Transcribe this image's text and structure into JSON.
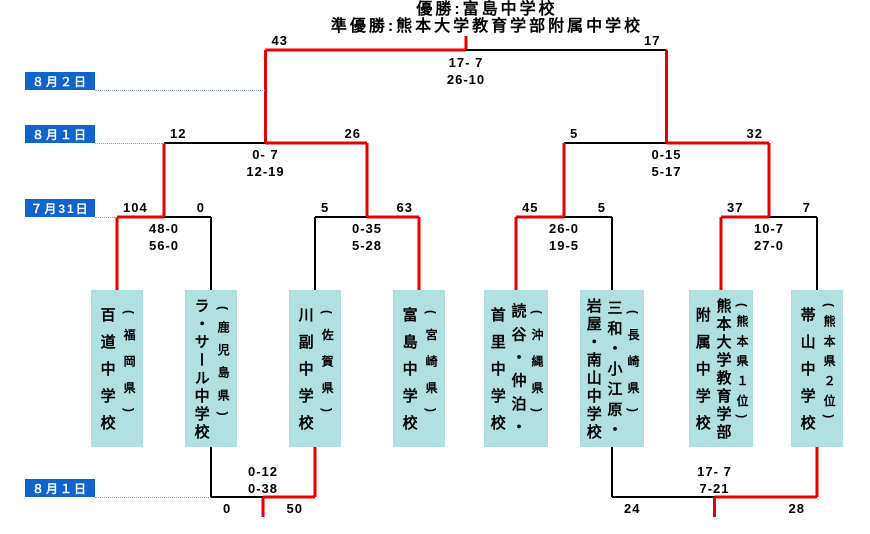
{
  "title": {
    "champion": "優勝:富島中学校",
    "runner_up": "準優勝:熊本大学教育学部附属中学校"
  },
  "colors": {
    "win_path": "#e60000",
    "line": "#000000",
    "team_box": "#b0e0e0",
    "date_bg": "#1164cc",
    "date_text": "#ffffff",
    "dotted_line": "#7f9fd0"
  },
  "dates": [
    {
      "label": "８月２日",
      "round": "final"
    },
    {
      "label": "８月１日",
      "round": "semifinal"
    },
    {
      "label": "７月31日",
      "round": "quarterfinal"
    },
    {
      "label": "８月１日",
      "round": "consolation"
    }
  ],
  "teams": [
    {
      "name": "百道中学校",
      "prefecture": "福岡県",
      "columns": [
        "百道中学校",
        "(福岡県)"
      ]
    },
    {
      "name": "ラ・サール中学校",
      "prefecture": "鹿児島県",
      "columns": [
        "ラ・サール中学校",
        "(鹿児島県)"
      ]
    },
    {
      "name": "川副中学校",
      "prefecture": "佐賀県",
      "columns": [
        "川副中学校",
        "(佐賀県)"
      ]
    },
    {
      "name": "富島中学校",
      "prefecture": "宮崎県",
      "columns": [
        "富島中学校",
        "(宮崎県)"
      ]
    },
    {
      "name": "読谷・仲泊・首里中学校",
      "prefecture": "沖縄県",
      "columns": [
        "首里中学校",
        "読谷・仲泊・",
        "(沖縄県)"
      ]
    },
    {
      "name": "三和・小江原・岩屋・南山中学校",
      "prefecture": "長崎県",
      "columns": [
        "岩屋・南山中学校",
        "三和・小江原・",
        "(長崎県)"
      ]
    },
    {
      "name": "熊本大学教育学部附属中学校",
      "prefecture": "熊本県１位",
      "columns": [
        "附属中学校",
        "熊本大学教育学部",
        "(熊本県１位)"
      ]
    },
    {
      "name": "帯山中学校",
      "prefecture": "熊本県２位",
      "columns": [
        "帯山中学校",
        "(熊本県２位)"
      ]
    }
  ],
  "matches": {
    "final": {
      "left_team": "富島中学校",
      "right_team": "熊本大学教育学部附属中学校",
      "score_left": "43",
      "score_right": "17",
      "halves": [
        "17- 7",
        "26-10"
      ],
      "winner": "left"
    },
    "semifinals": [
      {
        "left_team": "百道中学校",
        "right_team": "富島中学校",
        "score_left": "12",
        "score_right": "26",
        "halves": [
          "0- 7",
          "12-19"
        ],
        "winner": "right"
      },
      {
        "left_team": "読谷・仲泊・首里中学校",
        "right_team": "熊本大学教育学部附属中学校",
        "score_left": "5",
        "score_right": "32",
        "halves": [
          "0-15",
          "5-17"
        ],
        "winner": "right"
      }
    ],
    "quarterfinals": [
      {
        "left_team": "百道中学校",
        "right_team": "ラ・サール中学校",
        "score_left": "104",
        "score_right": "0",
        "halves": [
          "48-0",
          "56-0"
        ],
        "winner": "left"
      },
      {
        "left_team": "川副中学校",
        "right_team": "富島中学校",
        "score_left": "5",
        "score_right": "63",
        "halves": [
          "0-35",
          "5-28"
        ],
        "winner": "right"
      },
      {
        "left_team": "読谷・仲泊・首里中学校",
        "right_team": "三和・小江原・岩屋・南山中学校",
        "score_left": "45",
        "score_right": "5",
        "halves": [
          "26-0",
          "19-5"
        ],
        "winner": "left"
      },
      {
        "left_team": "熊本大学教育学部附属中学校",
        "right_team": "帯山中学校",
        "score_left": "37",
        "score_right": "7",
        "halves": [
          "10-7",
          "27-0"
        ],
        "winner": "left"
      }
    ],
    "consolations": [
      {
        "left_team": "ラ・サール中学校",
        "right_team": "川副中学校",
        "score_left": "0",
        "score_right": "50",
        "halves": [
          "0-12",
          "0-38"
        ],
        "winner": "right"
      },
      {
        "left_team": "三和・小江原・岩屋・南山中学校",
        "right_team": "帯山中学校",
        "score_left": "24",
        "score_right": "28",
        "halves": [
          "17- 7",
          "7-21"
        ],
        "winner": "right"
      }
    ]
  }
}
